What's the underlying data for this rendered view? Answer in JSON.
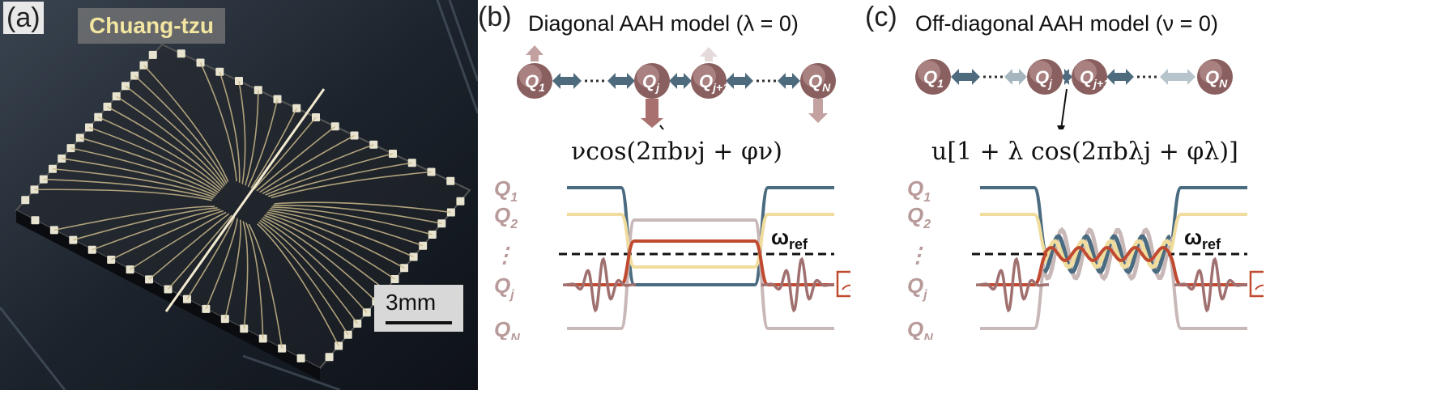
{
  "panel_a": {
    "letter": "(a)",
    "chip_name": "Chuang-tzu",
    "scale_bar": "3mm"
  },
  "panel_b": {
    "letter": "(b)",
    "title": "Diagonal AAH model (λ = 0)",
    "qubits": [
      "Q1",
      "Qj",
      "Qj+1",
      "QN"
    ],
    "formula": "νcos(2πbνj + φν)",
    "levels": [
      "Q1",
      "Q2",
      "⋮",
      "Qj",
      "QN"
    ],
    "omega": "ωref"
  },
  "panel_c": {
    "letter": "(c)",
    "title": "Off-diagonal AAH model (ν = 0)",
    "qubits": [
      "Q1",
      "Qj",
      "Qj+1",
      "QN"
    ],
    "formula": "u[1 + λ cos(2πbλj + φλ)]",
    "levels": [
      "Q1",
      "Q2",
      "⋮",
      "Qj",
      "QN"
    ],
    "omega": "ωref"
  },
  "colors": {
    "q1_line": "#4a6b80",
    "q2_line": "#f0dc9c",
    "qj_line": "#c04a30",
    "qn_line": "#c8b8b8",
    "qubit_ball": "#9a7070",
    "arrow": "#4e6b7e",
    "drive_pulse": "#a07070"
  }
}
